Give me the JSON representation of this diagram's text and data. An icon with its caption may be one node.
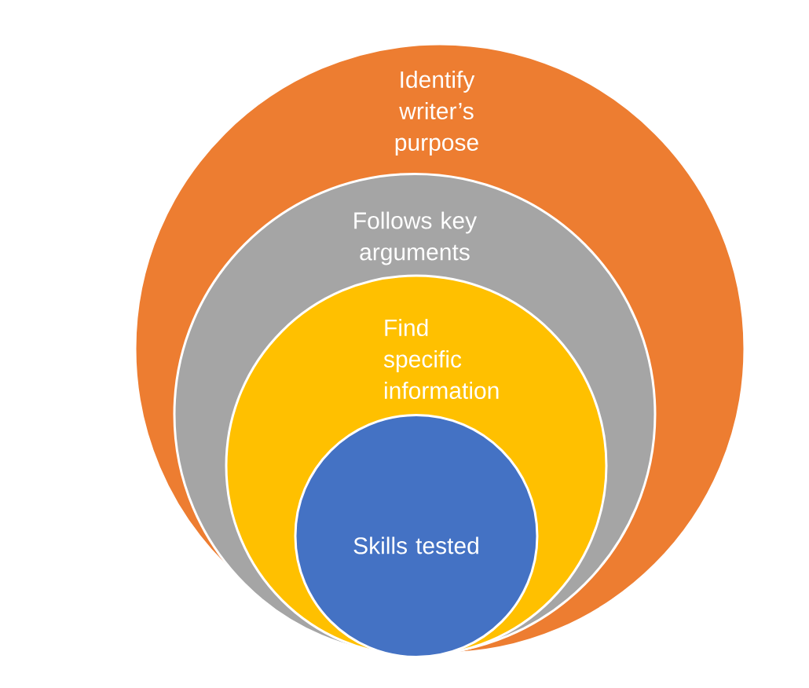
{
  "diagram": {
    "nodes": [
      {
        "text": [
          "Identify writer’s purpose"
        ]
      },
      {
        "text": [
          "Follows key arguments"
        ],
        "in": 0
      },
      {
        "text": [
          "Find specific information"
        ],
        "in": 1
      },
      {
        "text": [
          "Skills tested"
        ],
        "in": 2
      }
    ]
  }
}
